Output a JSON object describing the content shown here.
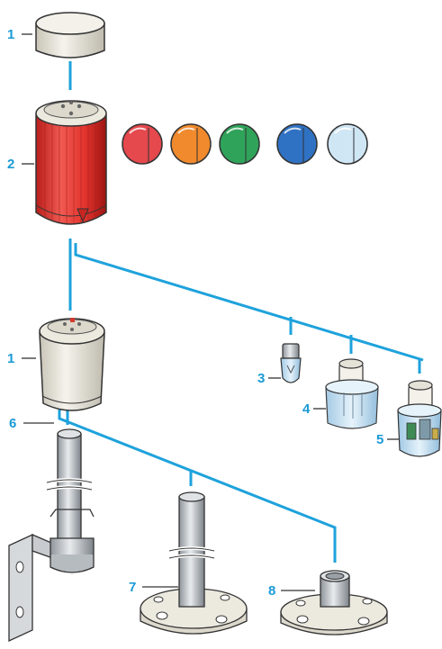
{
  "callouts": [
    {
      "id": "cap-top",
      "label": "1"
    },
    {
      "id": "light-unit",
      "label": "2"
    },
    {
      "id": "base-unit",
      "label": "1"
    },
    {
      "id": "bulb",
      "label": "3"
    },
    {
      "id": "led-module-a",
      "label": "4"
    },
    {
      "id": "led-module-b",
      "label": "5"
    },
    {
      "id": "bracket-mount",
      "label": "6"
    },
    {
      "id": "tube-mount",
      "label": "7"
    },
    {
      "id": "base-mount",
      "label": "8"
    }
  ],
  "lens_colors": [
    "#e5484d",
    "#f08a2c",
    "#2fa35a",
    "#2f72c4",
    "#cfe6f5"
  ],
  "colors": {
    "connector": "#1ea2dc",
    "callout_text": "#1a9ad6",
    "red_body": "#e23b35",
    "grey_body": "#ece9df"
  }
}
